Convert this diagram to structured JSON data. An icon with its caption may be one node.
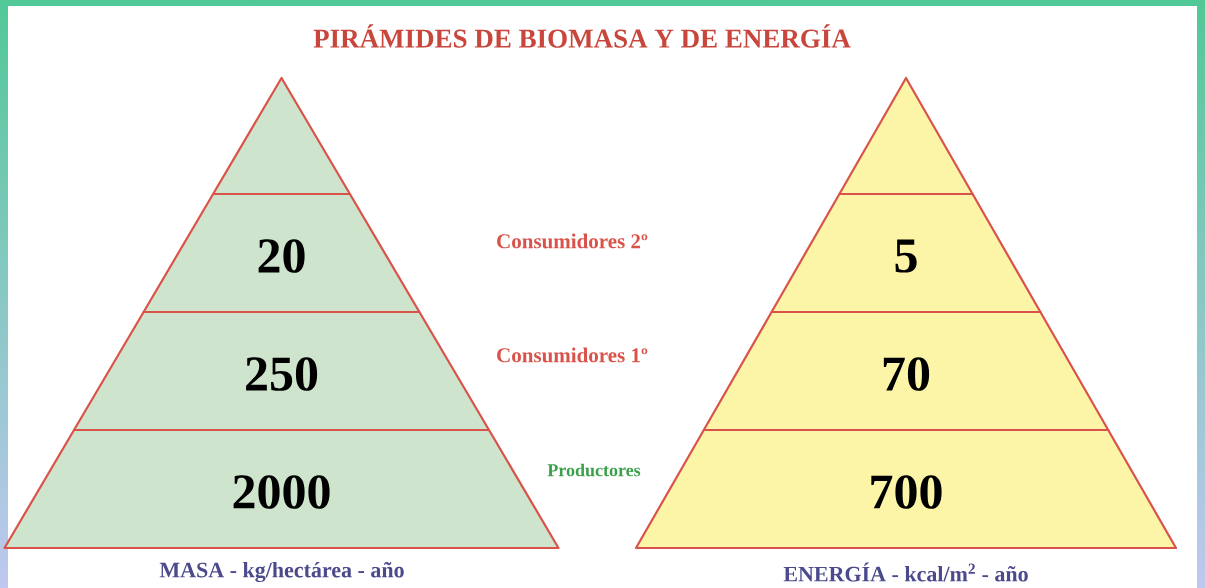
{
  "diagram": {
    "title": "PIRÁMIDES DE BIOMASA Y DE ENERGÍA",
    "nodes": [
      {
        "text": [],
        "shape": "triangle"
      },
      {
        "text": [
          "20"
        ]
      },
      {
        "text": [
          "250"
        ]
      },
      {
        "text": [
          "2000"
        ]
      },
      {
        "text": [],
        "shape": "triangle"
      },
      {
        "text": [
          "5"
        ]
      },
      {
        "text": [
          "70"
        ]
      },
      {
        "text": [
          "700"
        ]
      }
    ],
    "edges": [],
    "labels": [
      "Consumidores 2º",
      "Consumidores 1º",
      "Productores",
      "MASA - kg/hectárea - año",
      "ENERGÍA - kcal/m$^{2}$ - año"
    ]
  }
}
